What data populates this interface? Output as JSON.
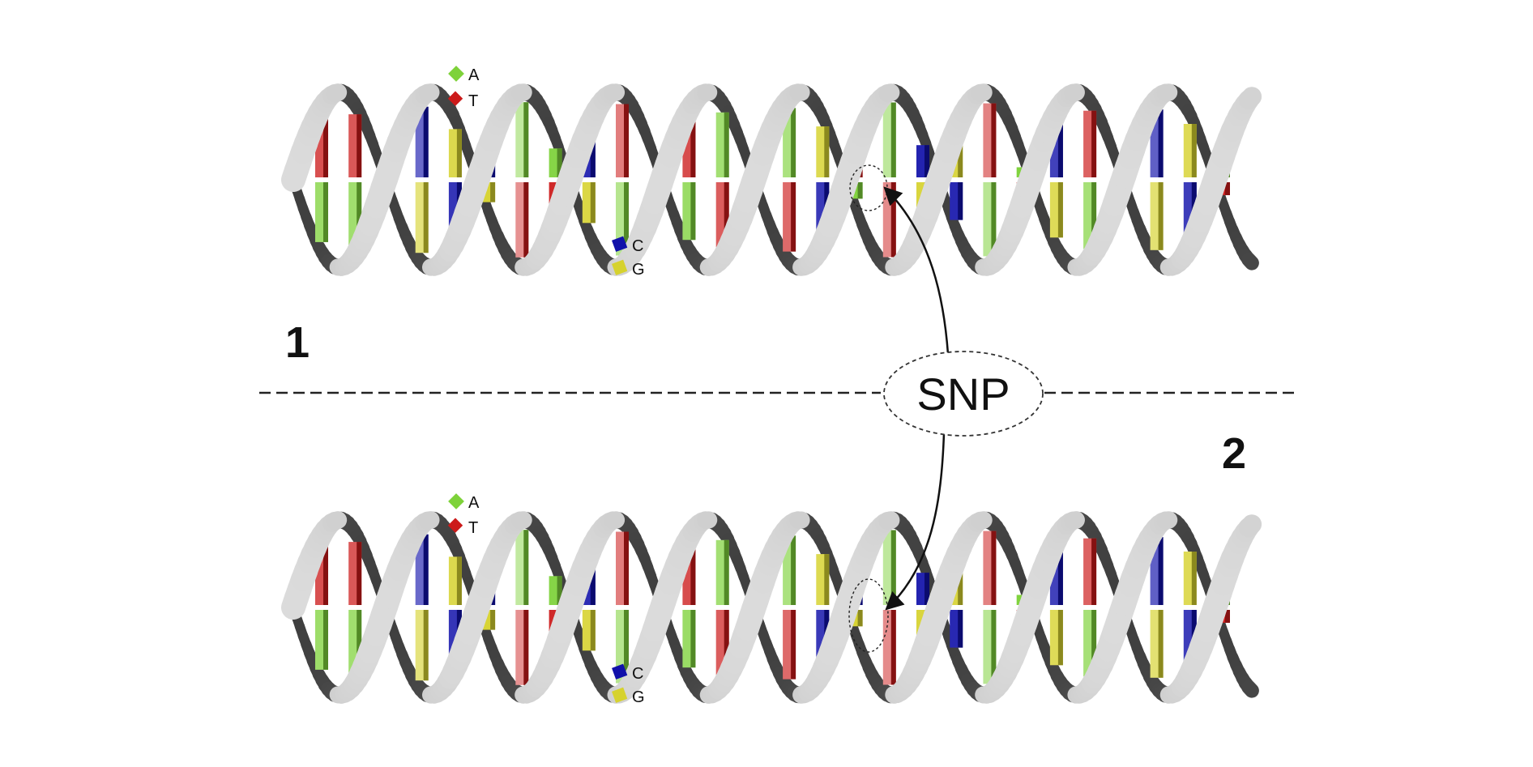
{
  "colors": {
    "A": "#7ed23a",
    "T": "#cc1a1a",
    "C": "#1111aa",
    "G": "#d6d22e",
    "backbone_light": "#d8d8d8",
    "backbone_dark": "#3c3c3c"
  },
  "legend_top": {
    "A": "A",
    "T": "T",
    "C": "C",
    "G": "G"
  },
  "legend_bottom": {
    "A": "A",
    "T": "T",
    "C": "C",
    "G": "G"
  },
  "panel_1_label": "1",
  "panel_2_label": "2",
  "snp_label": "SNP",
  "helix_1_pairs": [
    [
      "T",
      "A"
    ],
    [
      "T",
      "A"
    ],
    [
      "G",
      "C"
    ],
    [
      "C",
      "G"
    ],
    [
      "G",
      "C"
    ],
    [
      "C",
      "G"
    ],
    [
      "A",
      "T"
    ],
    [
      "A",
      "T"
    ],
    [
      "C",
      "G"
    ],
    [
      "T",
      "A"
    ],
    [
      "G",
      "C"
    ],
    [
      "T",
      "A"
    ],
    [
      "A",
      "T"
    ],
    [
      "C",
      "G"
    ],
    [
      "A",
      "T"
    ],
    [
      "G",
      "C"
    ],
    [
      "T",
      "A"
    ],
    [
      "A",
      "T"
    ],
    [
      "C",
      "G"
    ],
    [
      "G",
      "C"
    ],
    [
      "T",
      "A"
    ],
    [
      "A",
      "T"
    ],
    [
      "C",
      "G"
    ],
    [
      "T",
      "A"
    ],
    [
      "A",
      "T"
    ],
    [
      "C",
      "G"
    ],
    [
      "G",
      "C"
    ],
    [
      "A",
      "T"
    ]
  ],
  "helix_2_pairs": [
    [
      "T",
      "A"
    ],
    [
      "T",
      "A"
    ],
    [
      "G",
      "C"
    ],
    [
      "C",
      "G"
    ],
    [
      "G",
      "C"
    ],
    [
      "C",
      "G"
    ],
    [
      "A",
      "T"
    ],
    [
      "A",
      "T"
    ],
    [
      "C",
      "G"
    ],
    [
      "T",
      "A"
    ],
    [
      "G",
      "C"
    ],
    [
      "T",
      "A"
    ],
    [
      "A",
      "T"
    ],
    [
      "C",
      "G"
    ],
    [
      "A",
      "T"
    ],
    [
      "G",
      "C"
    ],
    [
      "C",
      "G"
    ],
    [
      "A",
      "T"
    ],
    [
      "C",
      "G"
    ],
    [
      "G",
      "C"
    ],
    [
      "T",
      "A"
    ],
    [
      "A",
      "T"
    ],
    [
      "C",
      "G"
    ],
    [
      "T",
      "A"
    ],
    [
      "A",
      "T"
    ],
    [
      "C",
      "G"
    ],
    [
      "G",
      "C"
    ],
    [
      "A",
      "T"
    ]
  ]
}
